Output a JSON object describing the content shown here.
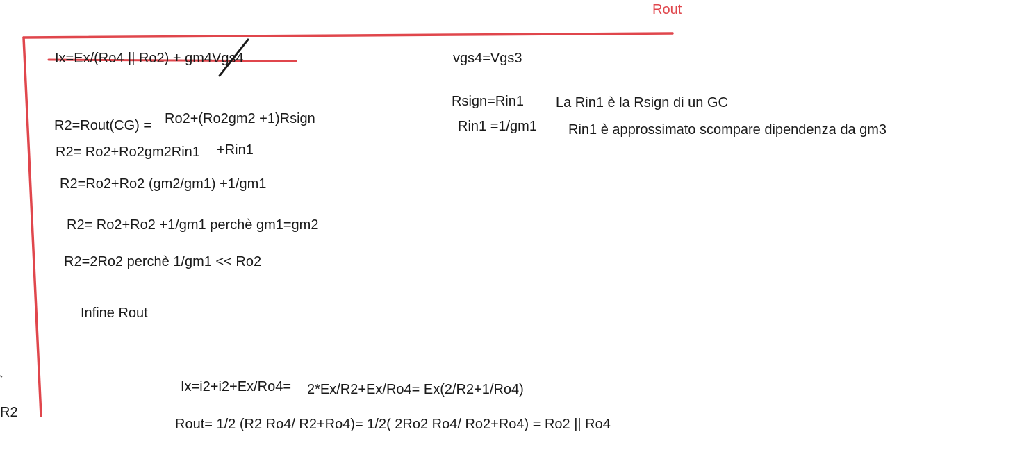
{
  "labels": {
    "rout_top": "Rout",
    "r2_side": "R2"
  },
  "left_column": {
    "ix_strikethrough": "Ix=Ex/(Ro4 || Ro2) + gm4Vgs4",
    "r2_rout_cg": "R2=Rout(CG) =",
    "r2_rout_cg_expr": "Ro2+(Ro2gm2 +1)Rsign",
    "r2_line2": "R2= Ro2+Ro2gm2Rin1",
    "r2_line2_suffix": "+Rin1",
    "r2_line3": "R2=Ro2+Ro2 (gm2/gm1) +1/gm1",
    "r2_line4": "R2= Ro2+Ro2 +1/gm1 perchè gm1=gm2",
    "r2_line5": "R2=2Ro2 perchè 1/gm1 << Ro2",
    "infine": "Infine Rout"
  },
  "right_column": {
    "vgs4": "vgs4=Vgs3",
    "rsign": "Rsign=Rin1",
    "rin1": "Rin1 =1/gm1",
    "note1": "La Rin1 è la Rsign di un GC",
    "note2": "Rin1 è approssimato scompare dipendenza da gm3"
  },
  "bottom": {
    "ix_part1": "Ix=i2+i2+Ex/Ro4=",
    "ix_part2": "2*Ex/R2+Ex/Ro4= Ex(2/R2+1/Ro4)",
    "rout_final": "Rout= 1/2 (R2 Ro4/ R2+Ro4)= 1/2( 2Ro2 Ro4/ Ro2+Ro4) = Ro2 || Ro4"
  },
  "colors": {
    "red_ink": "#e0464c",
    "black_ink": "#1a1a1a",
    "background": "#ffffff"
  }
}
